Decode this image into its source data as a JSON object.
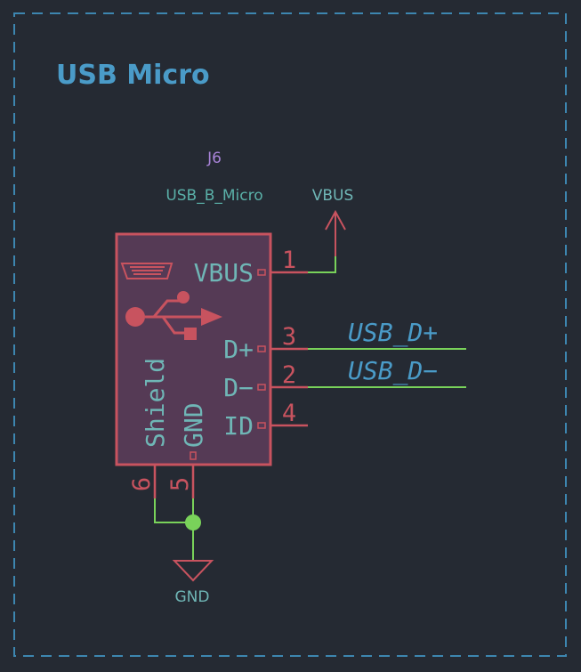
{
  "sheet_title": "USB Micro",
  "component": {
    "reference": "J6",
    "value": "USB_B_Micro",
    "pins": [
      {
        "number": "1",
        "name": "VBUS"
      },
      {
        "number": "3",
        "name": "D+"
      },
      {
        "number": "2",
        "name": "D−"
      },
      {
        "number": "4",
        "name": "ID"
      },
      {
        "number": "6",
        "name": "Shield"
      },
      {
        "number": "5",
        "name": "GND"
      }
    ]
  },
  "power_symbols": {
    "vbus": "VBUS",
    "gnd": "GND"
  },
  "net_labels": {
    "d_plus": "USB_D+",
    "d_minus": "USB_D−"
  },
  "colors": {
    "background": "#252a33",
    "frame": "#3d86b0",
    "title": "#4a9bc8",
    "symbol_outline": "#c8535f",
    "symbol_fill": "#553a55",
    "pin_name": "#6fb6b6",
    "wire": "#79d25a",
    "reference": "#a883d8",
    "value": "#5ab0a8",
    "power_label": "#6fb6b6"
  }
}
